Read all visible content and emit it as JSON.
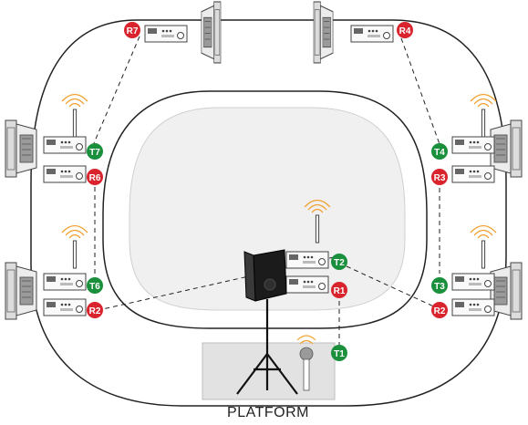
{
  "platform_label": "PLATFORM",
  "badges": {
    "R1": "R1",
    "R2a": "R2",
    "R2b": "R2",
    "R3": "R3",
    "R4": "R4",
    "R6": "R6",
    "R7": "R7",
    "T1": "T1",
    "T2": "T2",
    "T3": "T3",
    "T4": "T4",
    "T6": "T6",
    "T7": "T7"
  },
  "colors": {
    "receiver_badge": "#d9232d",
    "transmitter_badge": "#1a8f3c",
    "link_line": "#222222",
    "venue_outline": "#222222",
    "floor_fill": "#f0f0f0",
    "platform_fill": "#e2e2e2",
    "wifi_signal": "#f0a030"
  },
  "icons": {
    "speaker": "wall-speaker-icon",
    "receiver": "receiver-unit-icon",
    "transmitter": "transmitter-unit-icon",
    "main_speaker": "pa-speaker-icon",
    "tripod": "tripod-stand-icon",
    "microphone": "microphone-icon",
    "antenna": "antenna-icon"
  }
}
